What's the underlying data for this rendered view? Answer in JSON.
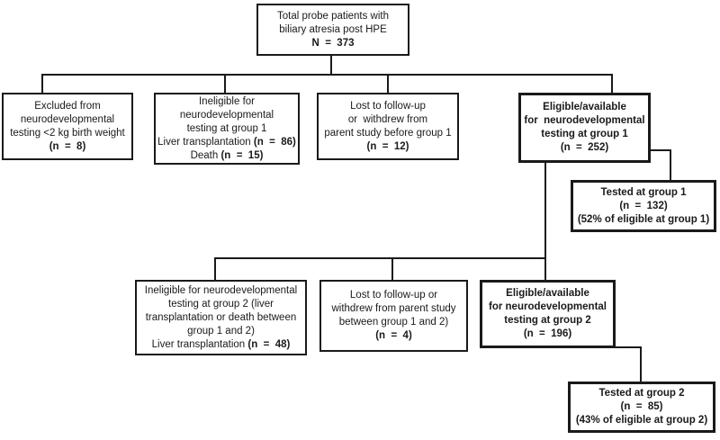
{
  "figure": {
    "type": "flowchart",
    "background_color": "#ffffff",
    "line_color": "#1a1a1a",
    "text_color": "#1a1a1a"
  },
  "boxes": {
    "total": {
      "line1": "Total probe patients with",
      "line2": "biliary atresia post HPE",
      "n": "N  =  373"
    },
    "excluded": {
      "line1": "Excluded from",
      "line2": "neurodevelopmental",
      "line3": "testing <2 kg birth weight",
      "n": "(n  =  8)"
    },
    "ineligible_g1": {
      "line1": "Ineligible for",
      "line2": "neurodevelopmental",
      "line3": "testing at group 1",
      "line4_label": "Liver transplantation ",
      "line4_n": "(n  =  86)",
      "line5_label": "Death ",
      "line5_n": "(n  =  15)"
    },
    "lost_g1": {
      "line1": "Lost to follow-up",
      "line2": "or  withdrew from",
      "line3": "parent study before group 1",
      "n": "(n  =  12)"
    },
    "eligible_g1": {
      "line1": "Eligible/available",
      "line2": "for  neurodevelopmental",
      "line3": "testing at group 1",
      "n": "(n  =  252)"
    },
    "tested_g1": {
      "line1": "Tested at group 1",
      "n": "(n  =  132)",
      "line3": "(52% of eligible at group 1)"
    },
    "ineligible_g2": {
      "line1": "Ineligible for neurodevelopmental",
      "line2": "testing at group 2 (liver",
      "line3": "transplantation or death between",
      "line4": "group 1 and 2)",
      "line5_label": "Liver transplantation ",
      "line5_n": "(n  =  48)"
    },
    "lost_g2": {
      "line1": "Lost to follow-up or",
      "line2": "withdrew from parent study",
      "line3": "between group 1 and 2)",
      "n": "(n  =  4)"
    },
    "eligible_g2": {
      "line1": "Eligible/available",
      "line2": "for neurodevelopmental",
      "line3": "testing at group 2",
      "n": "(n  =  196)"
    },
    "tested_g2": {
      "line1": "Tested at group 2",
      "n": "(n  =  85)",
      "line3": "(43% of eligible at group 2)"
    }
  }
}
